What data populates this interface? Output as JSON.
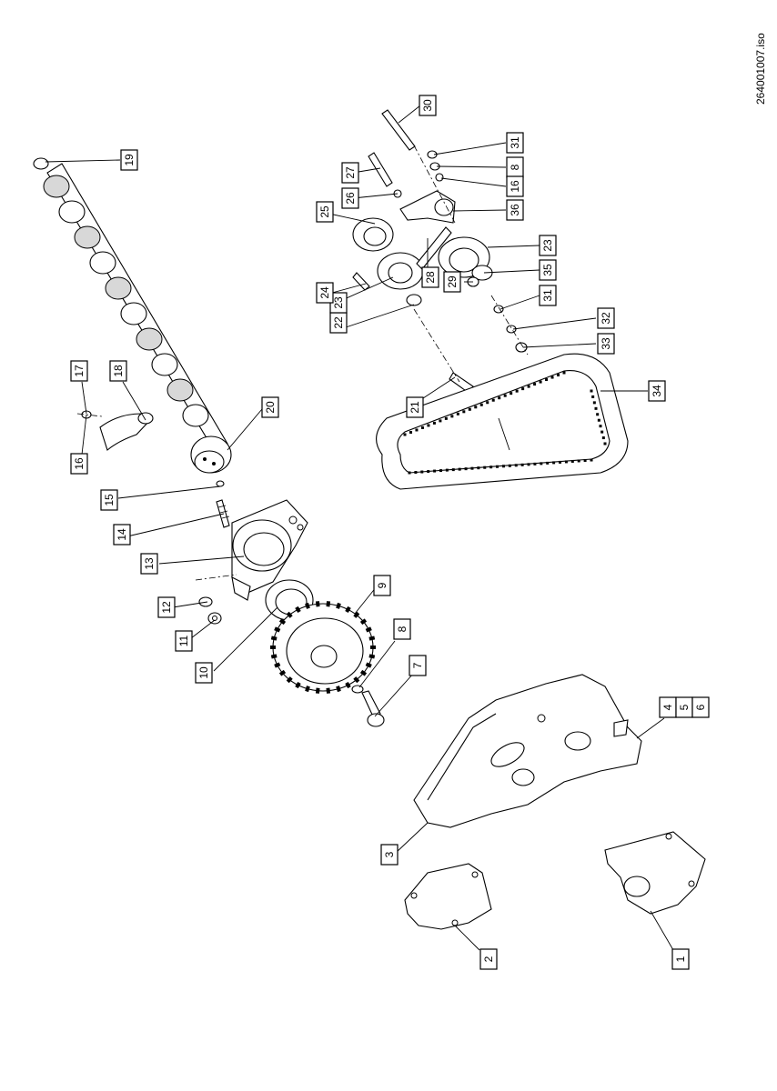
{
  "document_id": "264001007.iso",
  "callouts": [
    {
      "n": "1"
    },
    {
      "n": "2"
    },
    {
      "n": "3"
    },
    {
      "n": "4"
    },
    {
      "n": "5"
    },
    {
      "n": "6"
    },
    {
      "n": "7"
    },
    {
      "n": "8"
    },
    {
      "n": "9"
    },
    {
      "n": "10"
    },
    {
      "n": "11"
    },
    {
      "n": "12"
    },
    {
      "n": "13"
    },
    {
      "n": "14"
    },
    {
      "n": "15"
    },
    {
      "n": "16"
    },
    {
      "n": "17"
    },
    {
      "n": "18"
    },
    {
      "n": "19"
    },
    {
      "n": "20"
    },
    {
      "n": "21"
    },
    {
      "n": "22"
    },
    {
      "n": "23"
    },
    {
      "n": "24"
    },
    {
      "n": "25"
    },
    {
      "n": "26"
    },
    {
      "n": "27"
    },
    {
      "n": "28"
    },
    {
      "n": "29"
    },
    {
      "n": "30"
    },
    {
      "n": "31"
    },
    {
      "n": "8"
    },
    {
      "n": "16"
    },
    {
      "n": "36"
    },
    {
      "n": "23"
    },
    {
      "n": "35"
    },
    {
      "n": "31"
    },
    {
      "n": "32"
    },
    {
      "n": "33"
    },
    {
      "n": "34"
    },
    {
      "n": "16"
    }
  ]
}
